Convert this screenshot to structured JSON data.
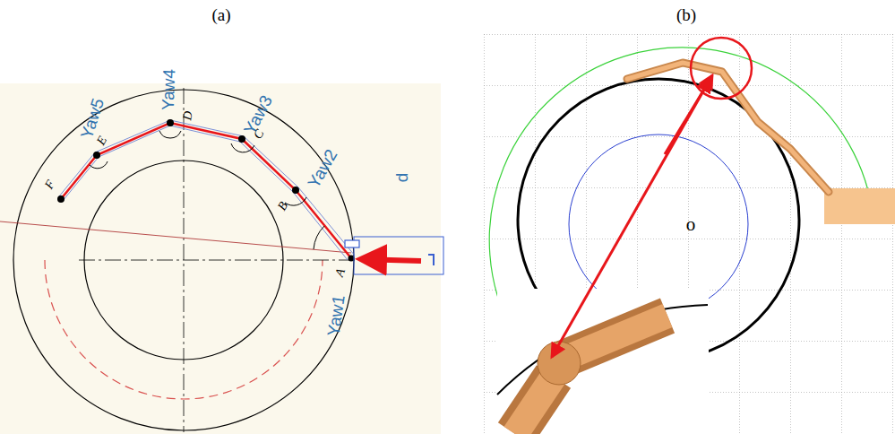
{
  "diagram": {
    "labels": [
      "(a)",
      "(b)",
      "Yaw5",
      "Yaw4",
      "Yaw3",
      "Yaw2",
      "Yaw1",
      "F",
      "E",
      "D",
      "C",
      "B",
      "A",
      "d",
      "o"
    ]
  }
}
